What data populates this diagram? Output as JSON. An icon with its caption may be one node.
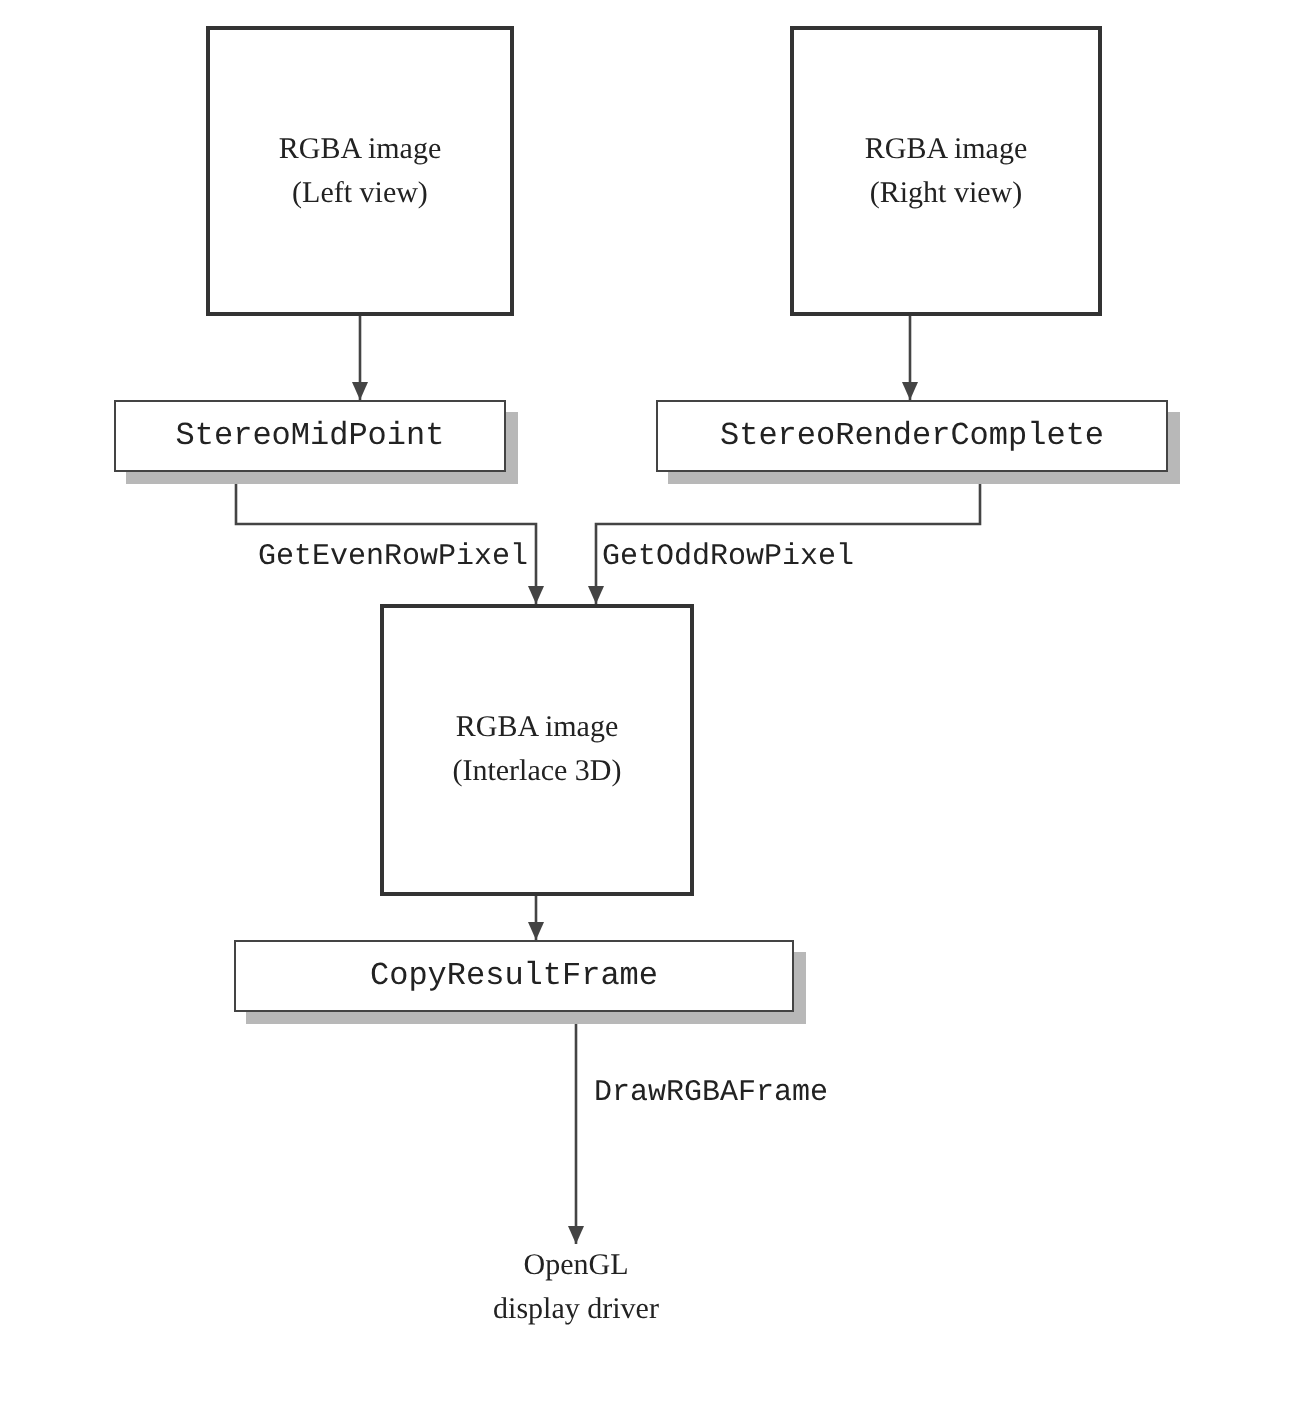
{
  "diagram": {
    "nodes": [
      {
        "text": [
          "RGBA image",
          "(Left view)"
        ]
      },
      {
        "text": [
          "RGBA image",
          "(Right view)"
        ]
      },
      {
        "text": [
          "StereoMidPoint"
        ]
      },
      {
        "text": [
          "StereoRenderComplete"
        ]
      },
      {
        "text": [
          "RGBA image",
          "(Interlace 3D)"
        ]
      },
      {
        "text": [
          "CopyResultFrame"
        ]
      },
      {
        "text": [
          "OpenGL",
          "display driver"
        ]
      }
    ],
    "edges": [
      {
        "from": 0,
        "to": 2,
        "arrow": "to"
      },
      {
        "from": 1,
        "to": 3,
        "arrow": "to"
      },
      {
        "from": 2,
        "to": 4,
        "arrow": "to",
        "label": "GetEvenRowPixel"
      },
      {
        "from": 3,
        "to": 4,
        "arrow": "to",
        "label": "GetOddRowPixel"
      },
      {
        "from": 4,
        "to": 5,
        "arrow": "to"
      },
      {
        "from": 5,
        "to": 6,
        "arrow": "to",
        "label": "DrawRGBAFrame"
      }
    ]
  }
}
